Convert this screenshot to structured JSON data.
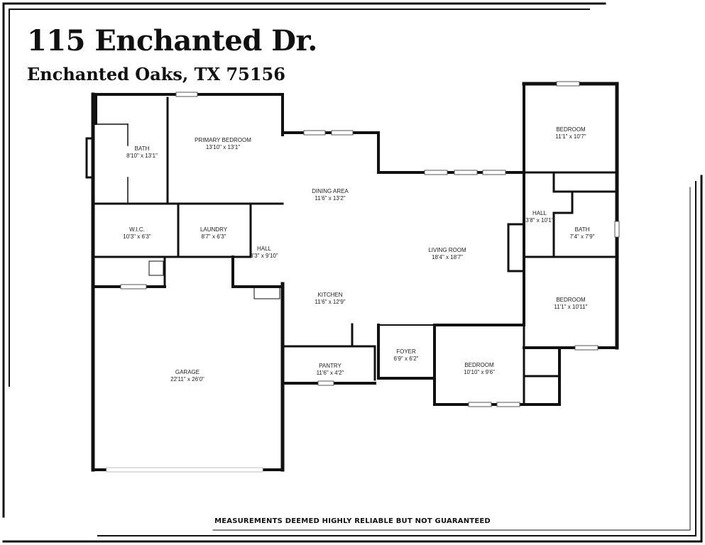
{
  "header": {
    "address": "115 Enchanted Dr.",
    "city_line": "Enchanted Oaks, TX 75156"
  },
  "rooms": [
    {
      "id": "bath-primary",
      "name": "BATH",
      "dims": "8'10\" x 13'1\""
    },
    {
      "id": "primary-bedroom",
      "name": "PRIMARY BEDROOM",
      "dims": "13'10\" x 13'1\""
    },
    {
      "id": "wic",
      "name": "W.I.C.",
      "dims": "10'3\" x 6'3\""
    },
    {
      "id": "laundry",
      "name": "LAUNDRY",
      "dims": "8'7\" x 6'3\""
    },
    {
      "id": "hall-west",
      "name": "HALL",
      "dims": "3'3\" x 9'10\""
    },
    {
      "id": "dining-area",
      "name": "DINING AREA",
      "dims": "11'6\" x 13'2\""
    },
    {
      "id": "kitchen",
      "name": "KITCHEN",
      "dims": "11'6\" x 12'9\""
    },
    {
      "id": "living-room",
      "name": "LIVING ROOM",
      "dims": "18'4\" x 18'7\""
    },
    {
      "id": "pantry",
      "name": "PANTRY",
      "dims": "11'6\" x 4'2\""
    },
    {
      "id": "foyer",
      "name": "FOYER",
      "dims": "6'9\" x 6'2\""
    },
    {
      "id": "bedroom-south",
      "name": "BEDROOM",
      "dims": "10'10\" x 9'6\""
    },
    {
      "id": "bedroom-ne",
      "name": "BEDROOM",
      "dims": "11'1\" x 10'7\""
    },
    {
      "id": "hall-east",
      "name": "HALL",
      "dims": "3'8\" x 10'1\""
    },
    {
      "id": "bath-east",
      "name": "BATH",
      "dims": "7'4\" x 7'9\""
    },
    {
      "id": "bedroom-east",
      "name": "BEDROOM",
      "dims": "11'1\" x 10'11\""
    },
    {
      "id": "garage",
      "name": "GARAGE",
      "dims": "22'11\" x 26'0\""
    }
  ],
  "footer": {
    "disclaimer": "MEASUREMENTS DEEMED HIGHLY RELIABLE BUT NOT GUARANTEED"
  }
}
